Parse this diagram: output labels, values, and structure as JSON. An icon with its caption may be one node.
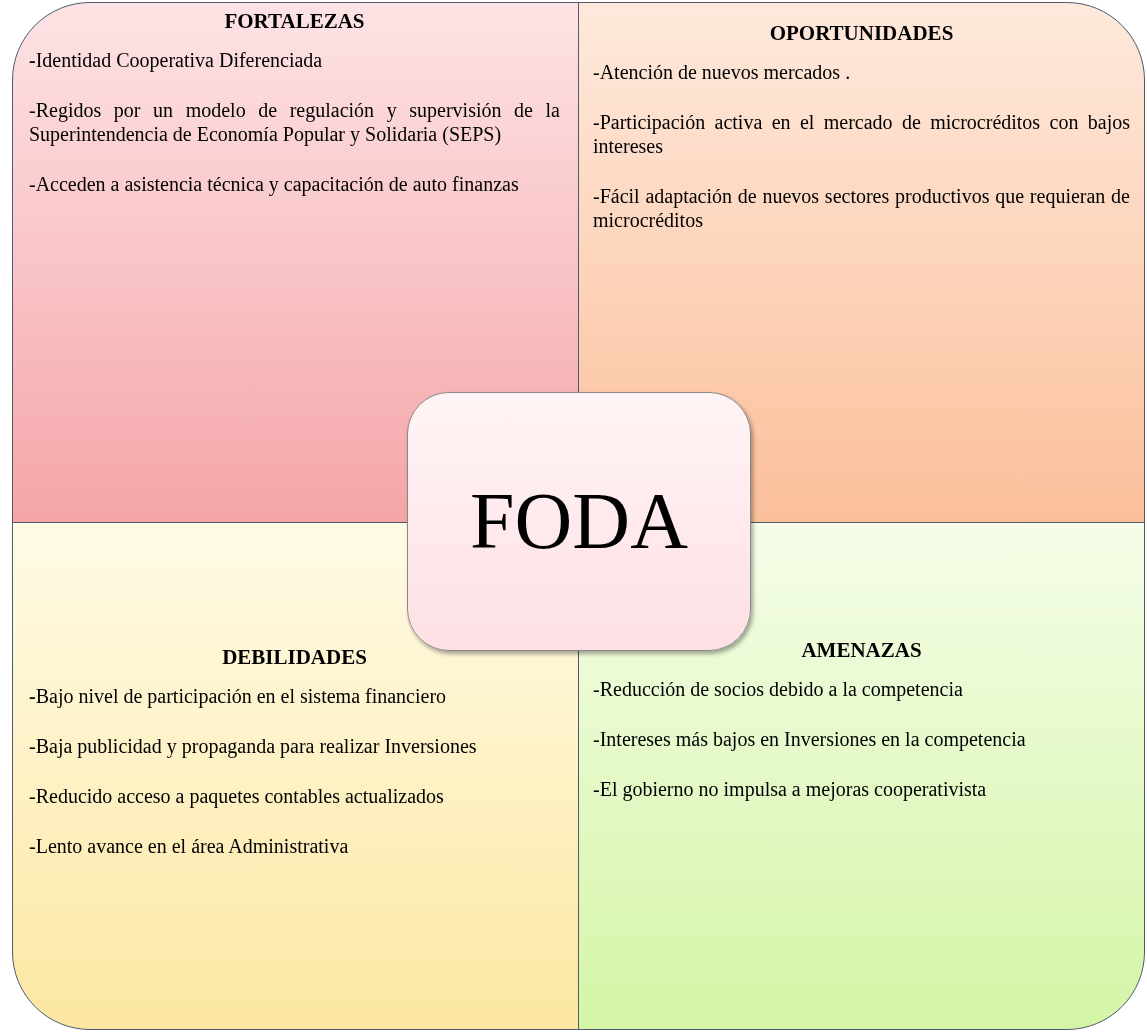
{
  "diagram": {
    "nodes": [
      {
        "text": [
          "FORTALEZAS",
          "**-**Identidad Cooperativa Diferenciada",
          "-Regidos por un modelo de regulación y supervisión de la Superintendencia de Economía Popular y Solidaria (SEPS)",
          "-Acceden a asistencia técnica y capacitación de auto finanzas"
        ]
      },
      {
        "text": [
          "OPORTUNIDADES",
          "-Atención de nuevos mercados .",
          "-Participación activa en el mercado de microcréditos con bajos intereses",
          "-Fácil adaptación de nuevos sectores productivos que requieran de microcréditos"
        ]
      },
      {
        "text": [
          "FODA"
        ]
      },
      {
        "text": [
          "DEBILIDADES",
          "**-**Bajo nivel de participación en el sistema financiero",
          "-Baja publicidad y propaganda para realizar Inversiones",
          "-Reducido acceso a paquetes contables actualizados",
          "-Lento avance en el área Administrativa"
        ]
      },
      {
        "text": [
          "AMENAZAS",
          "-Reducción de socios debido a la competencia",
          "-Intereses más bajos en Inversiones en la competencia",
          "-El gobierno no impulsa a mejoras cooperativista"
        ]
      }
    ]
  }
}
